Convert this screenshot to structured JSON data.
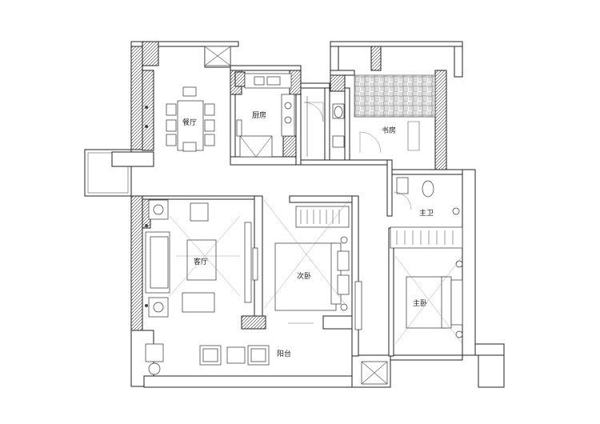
{
  "rooms": {
    "dining": "餐厅",
    "kitchen": "厨房",
    "study": "书房",
    "living": "客厅",
    "second_bedroom": "次卧",
    "master_bedroom": "主卧",
    "master_bathroom": "主卫",
    "balcony": "阳台"
  }
}
